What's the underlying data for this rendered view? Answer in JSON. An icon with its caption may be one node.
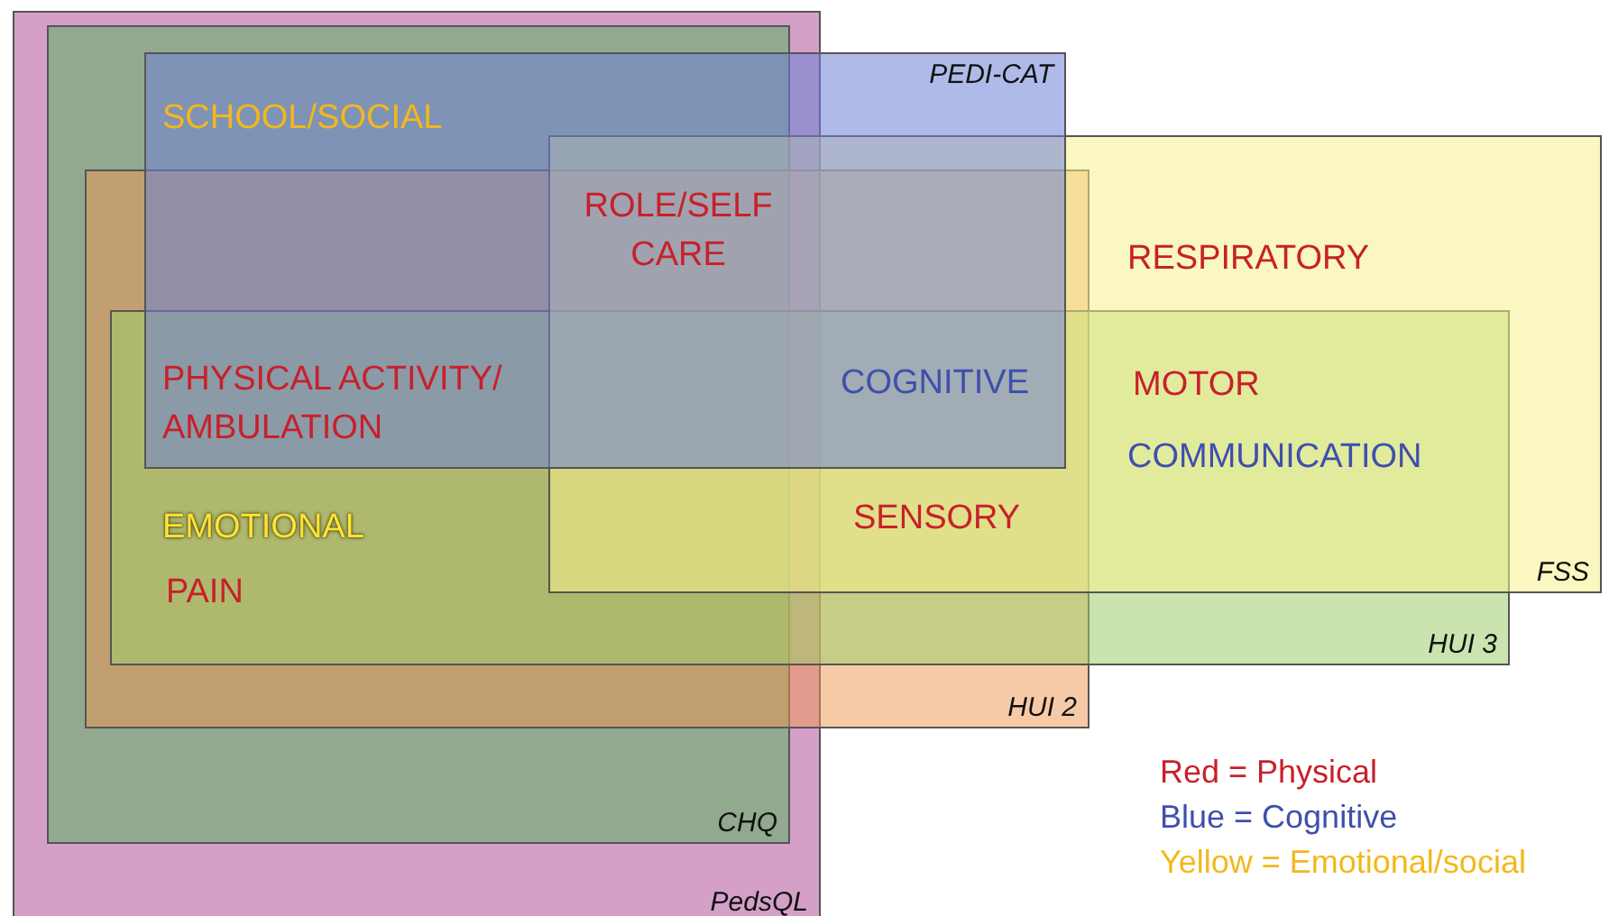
{
  "diagram": {
    "nodes": [
      {
        "text": [
          "PedsQL"
        ]
      },
      {
        "text": [
          "CHQ"
        ],
        "in": 0
      },
      {
        "text": [
          "PEDI-CAT"
        ]
      },
      {
        "text": [
          "FSS"
        ]
      },
      {
        "text": [
          "HUI 2"
        ]
      },
      {
        "text": [
          "HUI 3"
        ]
      }
    ],
    "labels": [
      "SCHOOL/SOCIAL",
      "ROLE/SELF CARE",
      "RESPIRATORY",
      "PHYSICAL ACTIVITY/ AMBULATION",
      "COGNITIVE",
      "MOTOR",
      "COMMUNICATION",
      "EMOTIONAL",
      "SENSORY",
      "PAIN"
    ],
    "legend": [
      {
        "text": "Red = Physical",
        "color": "#c8202a"
      },
      {
        "text": "Blue = Cognitive",
        "color": "#3f4fae"
      },
      {
        "text": "Yellow = Emotional/social",
        "color": "#f2b81c"
      }
    ]
  }
}
